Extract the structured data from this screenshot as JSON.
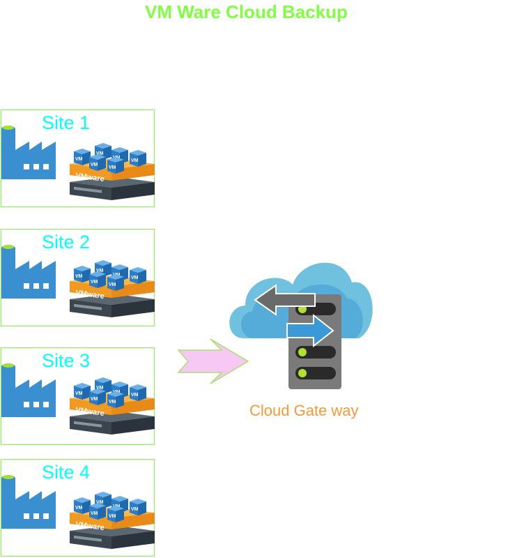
{
  "title": "VM Ware Cloud Backup",
  "sites": [
    {
      "label": "Site 1"
    },
    {
      "label": "Site 2"
    },
    {
      "label": "Site 3"
    },
    {
      "label": "Site 4"
    }
  ],
  "gateway": {
    "label": "Cloud Gate way"
  },
  "vm_badge": "VM",
  "vmware_label": "VMware",
  "colors": {
    "title": "#80ff40",
    "site_label": "#00ffff",
    "site_border": "#80ff40",
    "gateway_label": "#f59a37",
    "arrow_fill": "#f8c8f4",
    "cloud": "#70c0e0",
    "server": "#7a7a7a",
    "storage": "#3aa0d8",
    "vmware_orange": "#f5a030"
  },
  "icons": [
    "factory-icon",
    "vmware-host-icon",
    "gateway-cloud-icon",
    "backup-cloud-icon",
    "flow-arrow-icon"
  ]
}
